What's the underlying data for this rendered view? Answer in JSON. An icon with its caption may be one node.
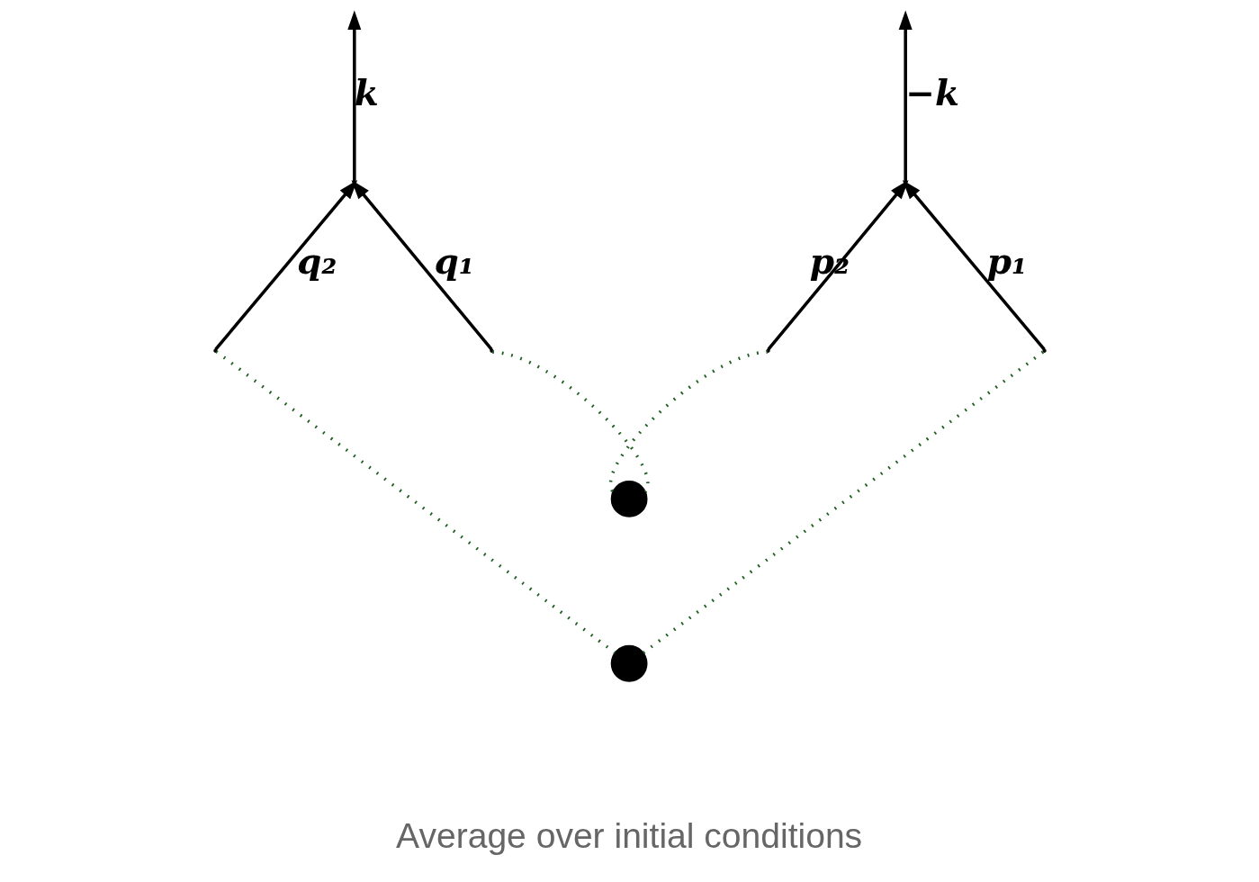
{
  "diagram": {
    "nodes": [
      {
        "text": [],
        "shape": "point"
      },
      {
        "text": [],
        "shape": "point"
      },
      {
        "text": [],
        "shape": "dot"
      },
      {
        "text": [],
        "shape": "dot"
      },
      {
        "text": [],
        "shape": "point"
      },
      {
        "text": [],
        "shape": "point"
      },
      {
        "text": [],
        "shape": "point"
      },
      {
        "text": [],
        "shape": "point"
      }
    ],
    "edges": [
      {
        "from": 0,
        "to": null,
        "arrow": "to",
        "label": "k"
      },
      {
        "from": 1,
        "to": null,
        "arrow": "to",
        "label": "−k"
      },
      {
        "from": 4,
        "to": 0,
        "arrow": "to",
        "label": "q₂"
      },
      {
        "from": 5,
        "to": 0,
        "arrow": "to",
        "label": "q₁"
      },
      {
        "from": 6,
        "to": 1,
        "arrow": "to",
        "label": "p₂"
      },
      {
        "from": 7,
        "to": 1,
        "arrow": "to",
        "label": "p₁"
      },
      {
        "from": 5,
        "to": 2,
        "arrow": "none",
        "style": "dashed",
        "color": "#1e5e1e"
      },
      {
        "from": 2,
        "to": 6,
        "arrow": "none",
        "style": "dashed",
        "color": "#1e5e1e"
      },
      {
        "from": 4,
        "to": 3,
        "arrow": "none",
        "style": "dashed",
        "color": "#1e5e1e"
      },
      {
        "from": 3,
        "to": 7,
        "arrow": "none",
        "style": "dashed",
        "color": "#1e5e1e"
      }
    ],
    "labels": [
      "Average over initial conditions"
    ]
  }
}
